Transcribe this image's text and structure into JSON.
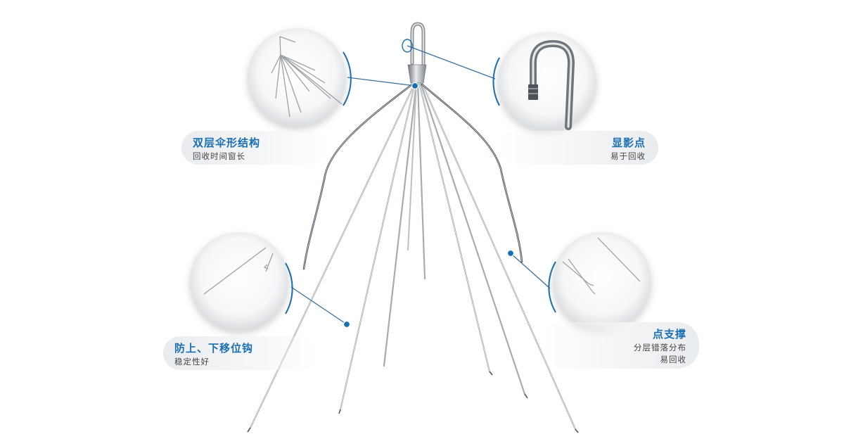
{
  "features": {
    "umbrella": {
      "title": "双层伞形结构",
      "lines": [
        "回收时间窗长"
      ]
    },
    "marker": {
      "title": "显影点",
      "lines": [
        "易于回收"
      ]
    },
    "hook": {
      "title": "防上、下移位钩",
      "lines": [
        "稳定性好"
      ]
    },
    "support": {
      "title": "点支撑",
      "lines": [
        "分层错落分布",
        "易回收"
      ]
    }
  },
  "colors": {
    "accent": "#1a6fb1",
    "callout_line": "#3b6f99",
    "wire": "#9aa0a6",
    "text": "#444444"
  }
}
